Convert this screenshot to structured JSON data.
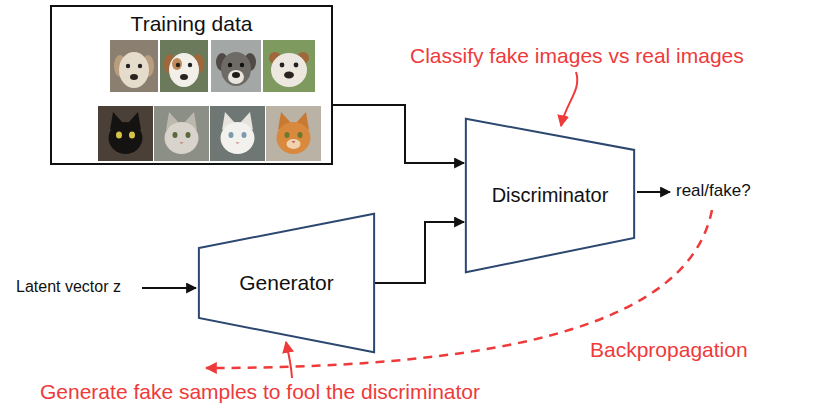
{
  "diagram": {
    "nodes": [
      {
        "text": [
          "Training data"
        ]
      },
      {
        "text": [
          "Discriminator"
        ]
      },
      {
        "text": [
          "Generator"
        ]
      }
    ],
    "edges": [
      {
        "from": 0,
        "to": 1,
        "arrow": "to"
      },
      {
        "from": 2,
        "to": 1,
        "arrow": "to"
      }
    ],
    "labels": [
      "Classify fake images vs real images",
      "real/fake?",
      "Latent vector z",
      "Backpropagation",
      "Generate fake samples to fool the discriminator"
    ]
  }
}
